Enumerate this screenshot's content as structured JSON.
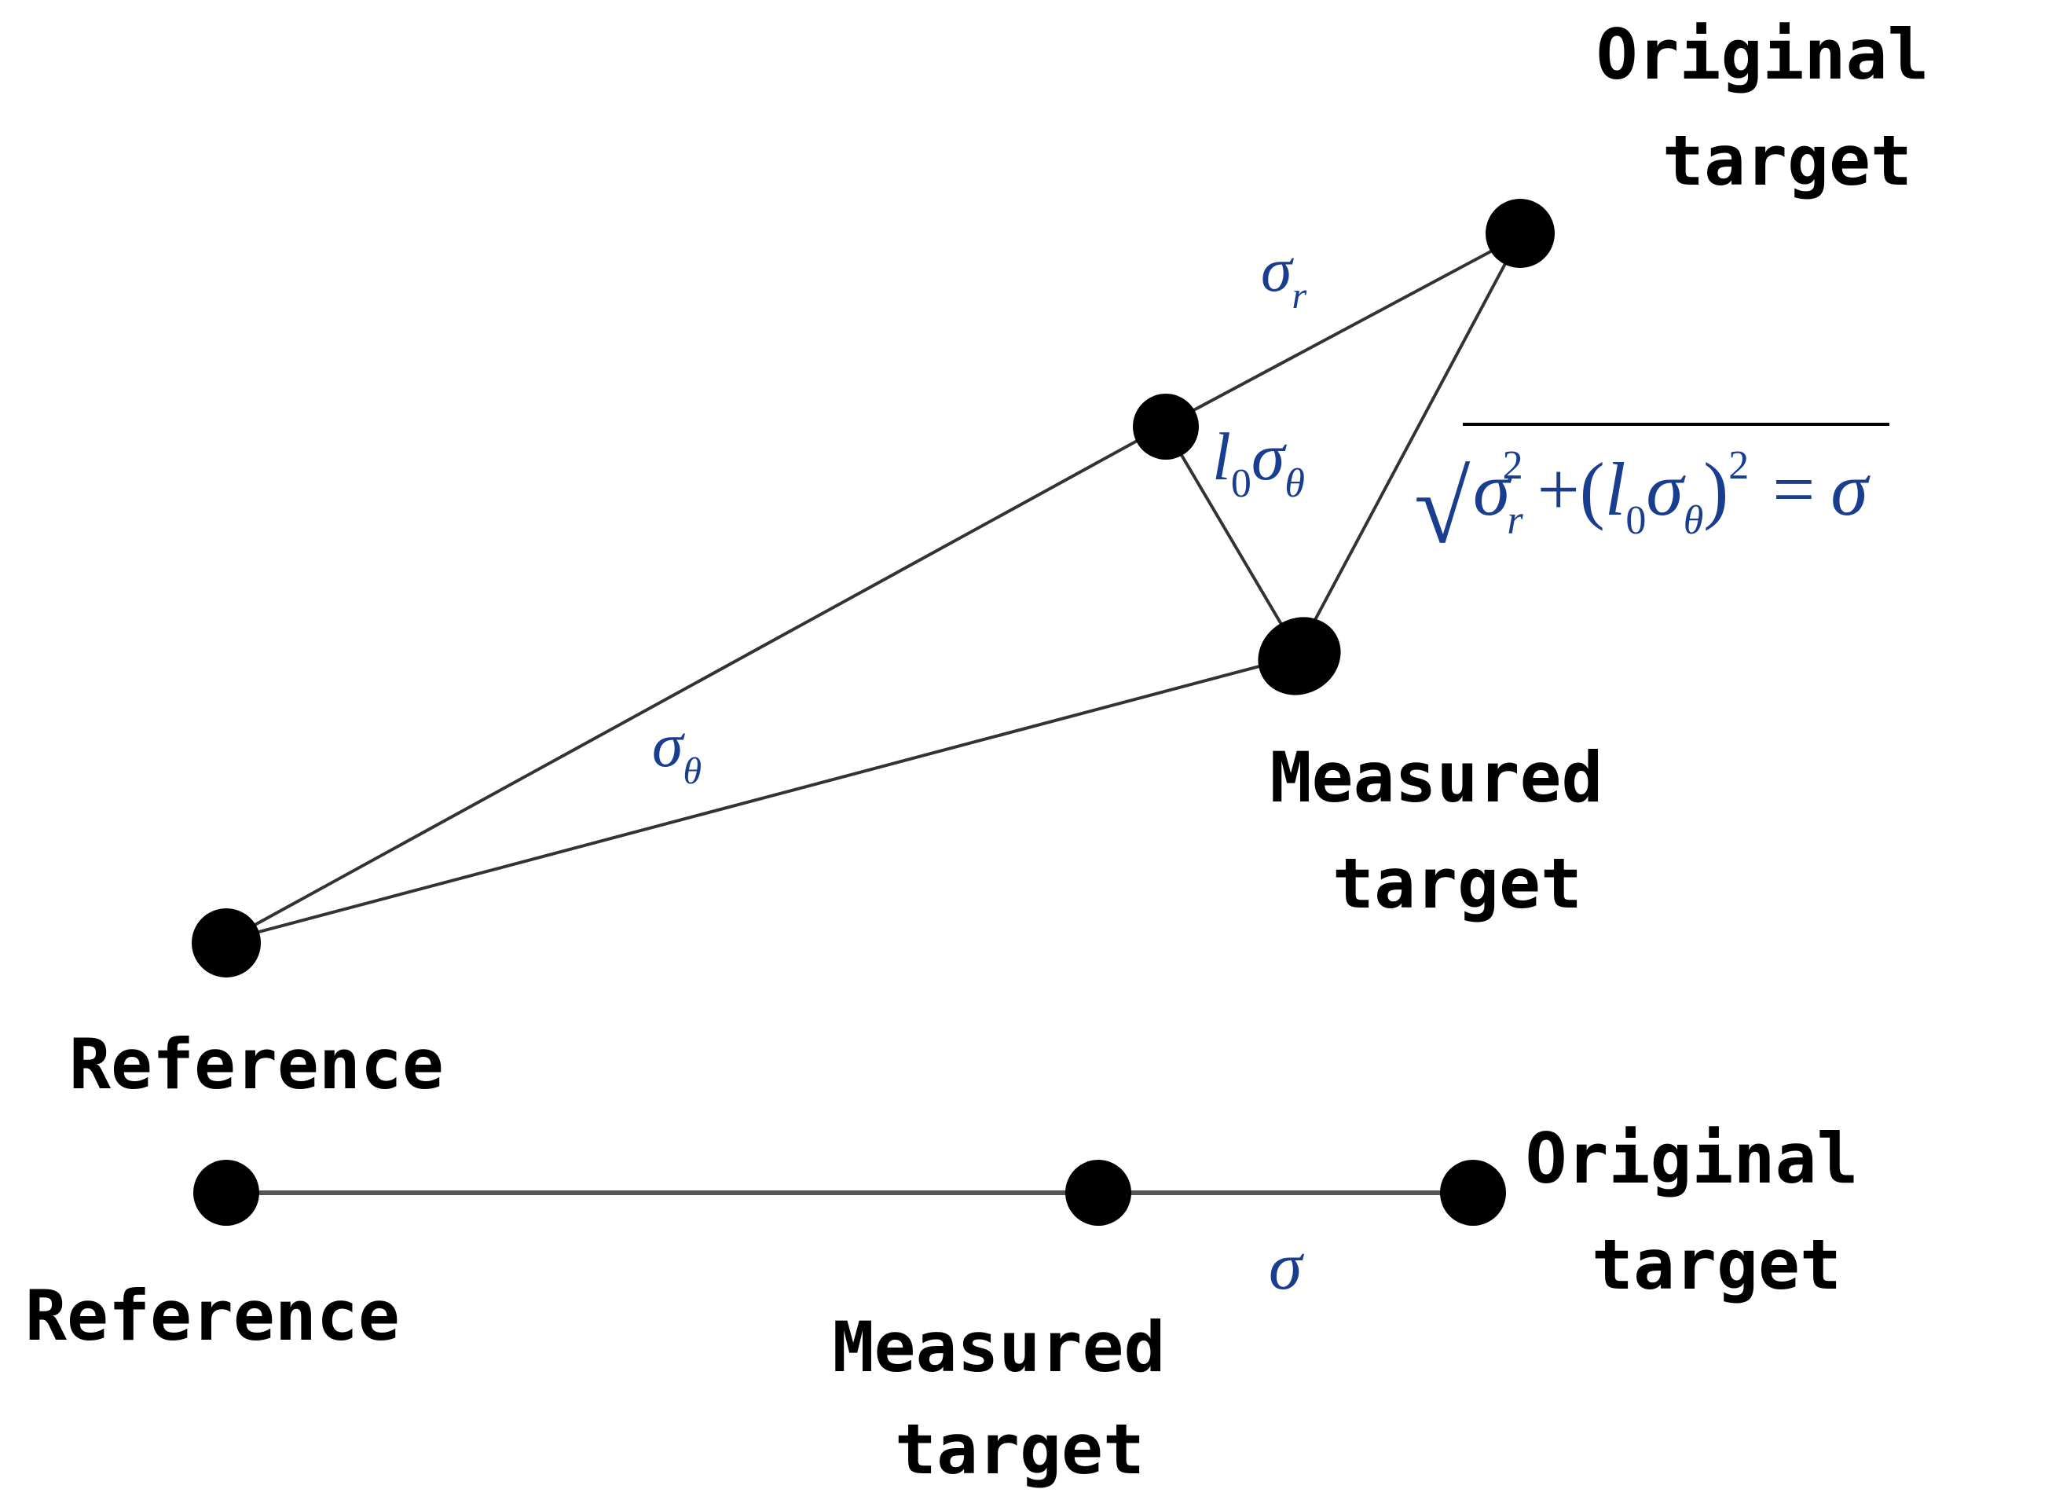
{
  "top_diagram": {
    "original_label_line1": "Original",
    "original_label_line2": "target",
    "measured_label_line1": "Measured",
    "measured_label_line2": "target",
    "reference_label": "Reference",
    "sigma_r": {
      "symbol": "σ",
      "subscript": "r"
    },
    "sigma_theta": {
      "symbol": "σ",
      "subscript": "θ"
    },
    "l0_sigma_theta": {
      "l": "l",
      "l_sub": "0",
      "symbol": "σ",
      "subscript": "θ"
    },
    "formula": {
      "sqrt": "√",
      "sigma": "σ",
      "r_sub": "r",
      "sq": "2",
      "plus_open": "+(",
      "l": "l",
      "l_sub": "0",
      "sigma2": "σ",
      "theta_sub": "θ",
      "close": ")",
      "sq2": "2",
      "equals": "=",
      "result": "σ"
    }
  },
  "bottom_diagram": {
    "reference_label": "Reference",
    "measured_label_line1": "Measured",
    "measured_label_line2": "target",
    "original_label_line1": "Original",
    "original_label_line2": "target",
    "sigma": "σ"
  },
  "colors": {
    "math_text": "#1a3e8f",
    "lines": "#333333",
    "dots": "#000000",
    "labels": "#000000"
  }
}
